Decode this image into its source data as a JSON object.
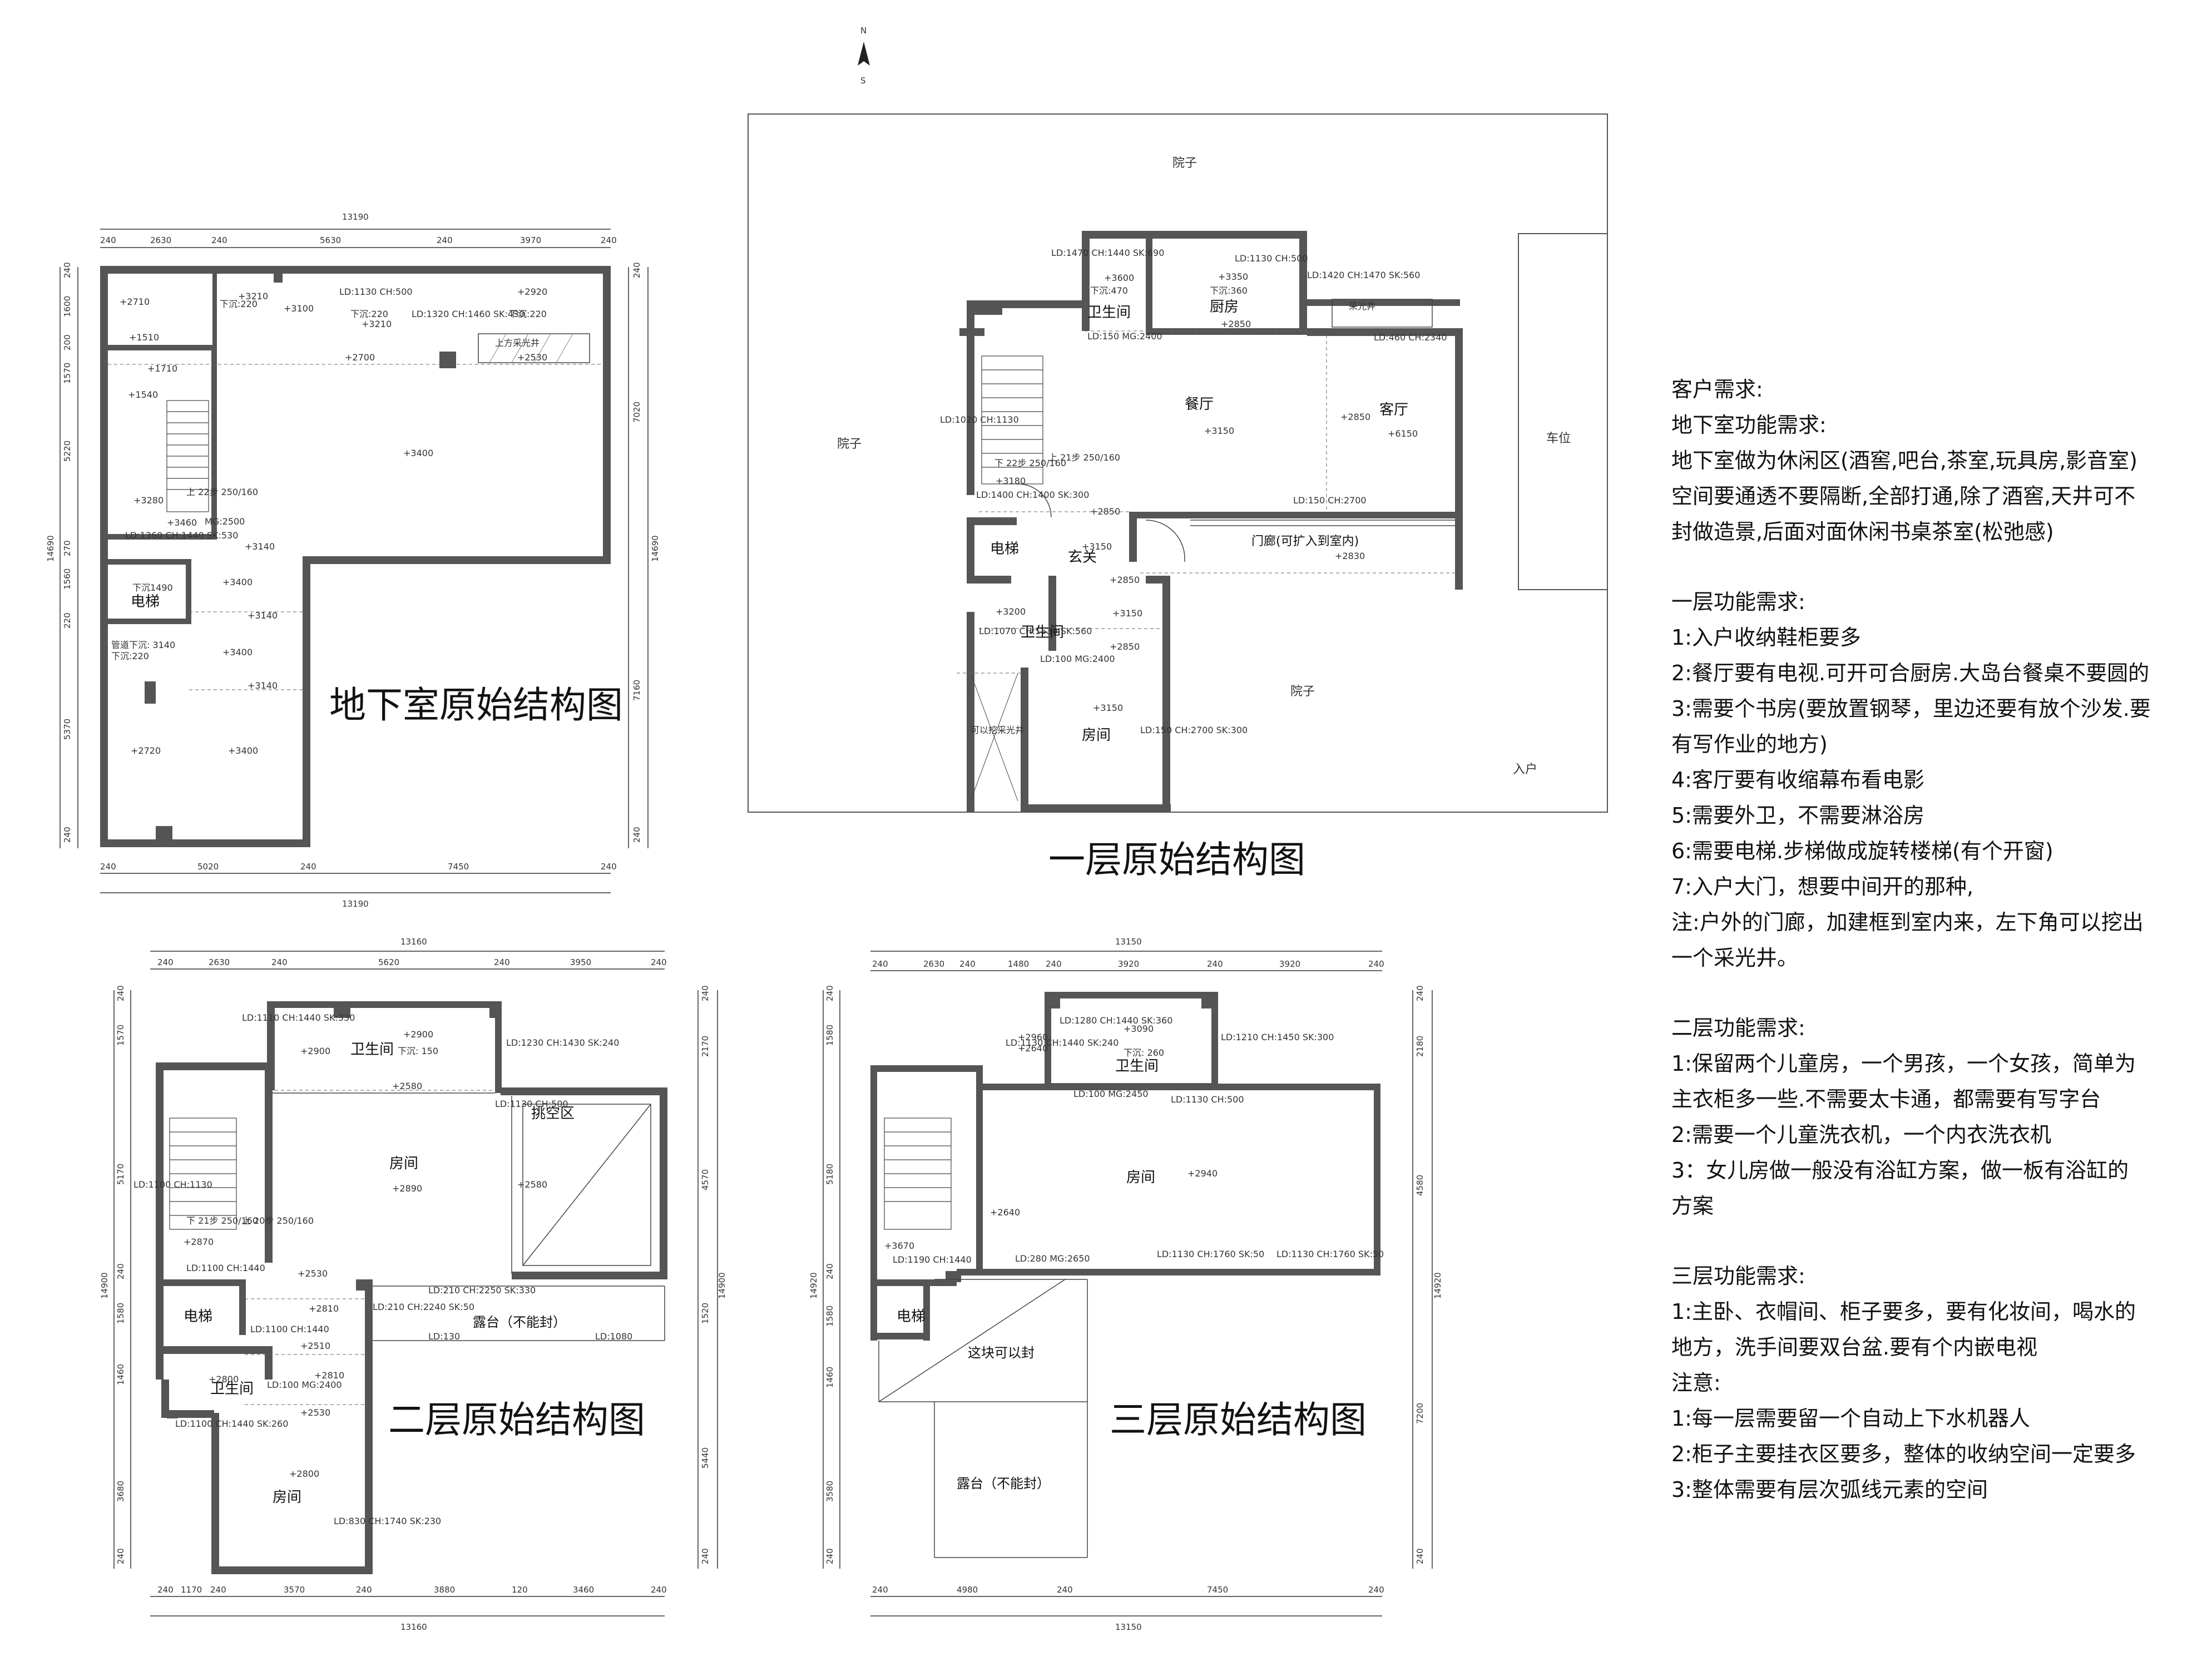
{
  "compass": {
    "n": "N",
    "s": "S"
  },
  "basement": {
    "title": "地下室原始结构图",
    "dims_top": [
      "13190",
      "240",
      "2630",
      "240",
      "5630",
      "240",
      "3970",
      "240"
    ],
    "dims_bottom": [
      "240",
      "5020",
      "240",
      "7450",
      "240",
      "13190"
    ],
    "dims_left": [
      "240",
      "1600",
      "200",
      "1570",
      "5220",
      "270",
      "1560",
      "220",
      "5370",
      "240",
      "14690"
    ],
    "dims_right": [
      "240",
      "7020",
      "7160",
      "240",
      "14690"
    ],
    "elevator": "电梯",
    "labels": [
      "+2710",
      "+1510",
      "+1710",
      "+1540",
      "+3280",
      "+3460",
      "+3140",
      "+3400",
      "+3140",
      "+3400",
      "+3140",
      "+2720",
      "+3400",
      "+3210",
      "+3100",
      "+3210",
      "+2700",
      "+3400",
      "+2920",
      "+2530",
      "下沉:220",
      "下沉:220",
      "下沉:220",
      "上方采光井",
      "LD:1360 CH:1440 SK:530",
      "MG:2500",
      "LD:1320 CH:1460 SK:430",
      "LD:1130 CH:500",
      "下沉1490",
      "管道下沉: 3140",
      "下沉:220",
      "上 22步 250/160"
    ]
  },
  "first": {
    "title": "一层原始结构图",
    "yard_top": "院子",
    "yard_left": "院子",
    "yard_bottom": "院子",
    "parking": "车位",
    "entrance": "入户",
    "rooms": {
      "bath1": "卫生间",
      "kitchen": "厨房",
      "dining": "餐厅",
      "living": "客厅",
      "elevator": "电梯",
      "foyer": "玄关",
      "porch": "门廊(可扩入到室内)",
      "bath2": "卫生间",
      "bedroom": "房间"
    },
    "labels": [
      "+3600",
      "+3350",
      "+2850",
      "+3150",
      "+2850",
      "+6150",
      "+3180",
      "+2850",
      "+3150",
      "+2830",
      "+2850",
      "+3200",
      "+3150",
      "+2850",
      "+3150",
      "LD:1470 CH:1440 SK:690",
      "LD:1130 CH:500",
      "LD:1420 CH:1470 SK:560",
      "下沉:470",
      "下沉:360",
      "LD:150 MG:2400",
      "LD:460 CH:2340",
      "LD:1020 CH:1130",
      "LD:150 CH:2700",
      "LD:1400 CH:1400 SK:300",
      "LD:1070 CH:1530 SK:560",
      "LD:100 MG:2400",
      "LD:150 CH:2700 SK:300",
      "采光井",
      "可以挖采光井",
      "下 22步 250/160",
      "上 21步 250/160"
    ]
  },
  "second": {
    "title": "二层原始结构图",
    "dims_top": [
      "13160",
      "240",
      "2630",
      "240",
      "5620",
      "240",
      "3950",
      "240"
    ],
    "dims_bottom": [
      "240",
      "1170",
      "240",
      "3570",
      "240",
      "3880",
      "120",
      "3460",
      "240",
      "13160"
    ],
    "dims_left": [
      "240",
      "1570",
      "5170",
      "240",
      "1580",
      "1460",
      "3680",
      "240",
      "14900"
    ],
    "dims_right": [
      "240",
      "2170",
      "4570",
      "1520",
      "5440",
      "240",
      "14900"
    ],
    "rooms": {
      "bath": "卫生间",
      "room": "房间",
      "void": "挑空区",
      "elevator": "电梯",
      "bath2": "卫生间",
      "room2": "房间",
      "terrace": "露台（不能封）"
    },
    "labels": [
      "+2900",
      "+2900",
      "+2580",
      "+2890",
      "+2580",
      "+2870",
      "+2530",
      "+2810",
      "+2510",
      "+2800",
      "+2810",
      "+2530",
      "+2800",
      "下沉: 150",
      "LD:1110 CH:1440 SK:330",
      "LD:1230 CH:1430 SK:240",
      "LD:1130 CH:500",
      "LD:1100 CH:1130",
      "LD:1100 CH:1440",
      "LD:1100 CH:1440",
      "LD:210 CH:2250 SK:330",
      "LD:210 CH:2240 SK:50",
      "LD:130",
      "LD:1080",
      "LD:100 MG:2400",
      "LD:1100 CH:1440 SK:260",
      "LD:830 CH:1740 SK:230",
      "下 21步 250/160",
      "上 20步 250/160"
    ]
  },
  "third": {
    "title": "三层原始结构图",
    "dims_top": [
      "13150",
      "240",
      "2630",
      "240",
      "1480",
      "240",
      "3920",
      "240",
      "3920",
      "240"
    ],
    "dims_bottom": [
      "240",
      "4980",
      "240",
      "7450",
      "240",
      "13150"
    ],
    "dims_left": [
      "240",
      "1580",
      "5180",
      "240",
      "1580",
      "1460",
      "3580",
      "240",
      "14920"
    ],
    "dims_right": [
      "240",
      "2180",
      "4580",
      "7200",
      "240",
      "14920"
    ],
    "rooms": {
      "bath": "卫生间",
      "room": "房间",
      "elevator": "电梯",
      "seal": "这块可以封",
      "terrace": "露台（不能封）"
    },
    "labels": [
      "+3090",
      "+2960",
      "+2640",
      "+2940",
      "+2640",
      "+3670",
      "下沉: 260",
      "LD:1280 CH:1440 SK:360",
      "LD:1210 CH:1450 SK:300",
      "LD:1130 CH:1440 SK:240",
      "LD:1130 CH:500",
      "LD:100 MG:2450",
      "LD:1190 CH:1440",
      "LD:280 MG:2650",
      "LD:1130 CH:1760 SK:50",
      "LD:1130 CH:1760 SK:50"
    ]
  },
  "requirements": {
    "lines": [
      "客户需求:",
      "地下室功能需求:",
      "地下室做为休闲区(酒窖,吧台,茶室,玩具房,影音室)",
      "空间要通透不要隔断,全部打通,除了酒窖,天井可不",
      "封做造景,后面对面休闲书桌茶室(松弛感)",
      "",
      "一层功能需求:",
      "1:入户收纳鞋柜要多",
      "2:餐厅要有电视.可开可合厨房.大岛台餐桌不要圆的",
      "3:需要个书房(要放置钢琴，里边还要有放个沙发.要",
      "有写作业的地方)",
      "4:客厅要有收缩幕布看电影",
      "5:需要外卫，不需要淋浴房",
      "6:需要电梯.步梯做成旋转楼梯(有个开窗)",
      "7:入户大门，想要中间开的那种,",
      "注:户外的门廊，加建框到室内来，左下角可以挖出",
      "一个采光井。",
      "",
      "二层功能需求:",
      "1:保留两个儿童房，一个男孩，一个女孩，简单为",
      "主衣柜多一些.不需要太卡通，都需要有写字台",
      "2:需要一个儿童洗衣机，一个内衣洗衣机",
      "3：女儿房做一般没有浴缸方案，做一板有浴缸的",
      "方案",
      "",
      "三层功能需求:",
      "1:主卧、衣帽间、柜子要多，要有化妆间，喝水的",
      "地方，洗手间要双台盆.要有个内嵌电视",
      "注意:",
      "1:每一层需要留一个自动上下水机器人",
      "2:柜子主要挂衣区要多，整体的收纳空间一定要多",
      "3:整体需要有层次弧线元素的空间"
    ]
  }
}
